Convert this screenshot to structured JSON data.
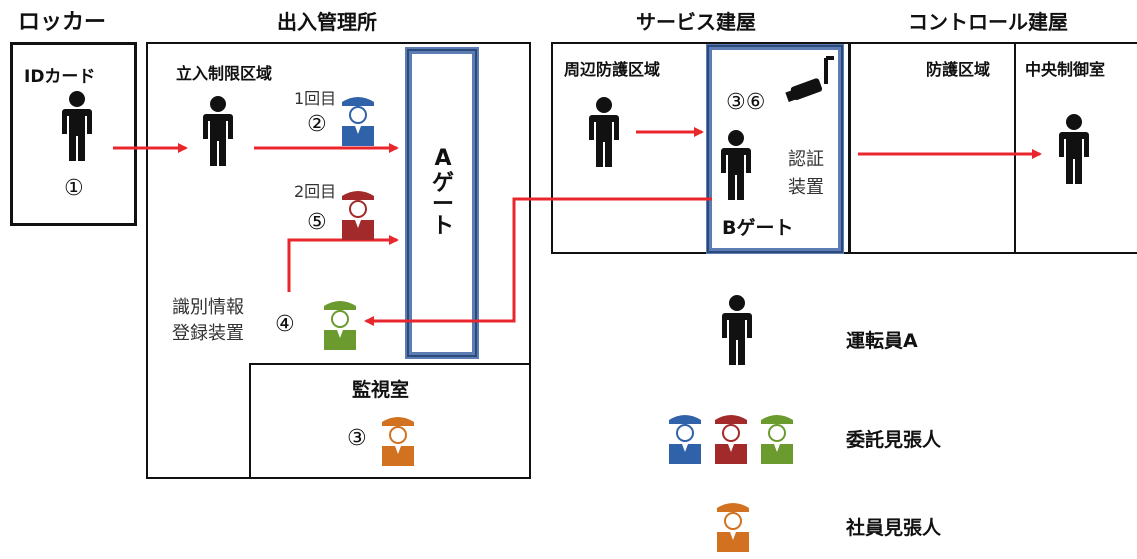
{
  "headers": {
    "locker": "ロッカー",
    "entry_office": "出入管理所",
    "service_building": "サービス建屋",
    "control_building": "コントロール建屋"
  },
  "locker": {
    "id_card": "IDカード",
    "step": "①"
  },
  "entry": {
    "restricted_area": "立入制限区域",
    "first": "1回目",
    "step2": "②",
    "second": "2回目",
    "step5": "⑤",
    "registration_device": [
      "識別情報",
      "登録装置"
    ],
    "step4": "④",
    "gate_a": [
      "A",
      "ゲ",
      "ー",
      "ト"
    ]
  },
  "monitor": {
    "label": "監視室",
    "step": "③"
  },
  "service": {
    "perimeter": "周辺防護区域",
    "steps": "③⑥",
    "auth_device": [
      "認証",
      "装置"
    ],
    "gate_b": "Bゲート"
  },
  "control": {
    "protected_area": "防護区域",
    "central_control": "中央制御室"
  },
  "legend": {
    "operator": "運転員A",
    "contract_guard": "委託見張人",
    "employee_guard": "社員見張人"
  },
  "colors": {
    "arrow": "#e8262b",
    "gate": "#5b7db4",
    "guard_blue": "#2f62a8",
    "guard_red": "#a32a2a",
    "guard_green": "#6b9a2e",
    "guard_orange": "#d2711f",
    "person": "#111111"
  },
  "icons": {
    "person": "person-icon",
    "guard": "guard-icon",
    "camera": "camera-icon"
  }
}
